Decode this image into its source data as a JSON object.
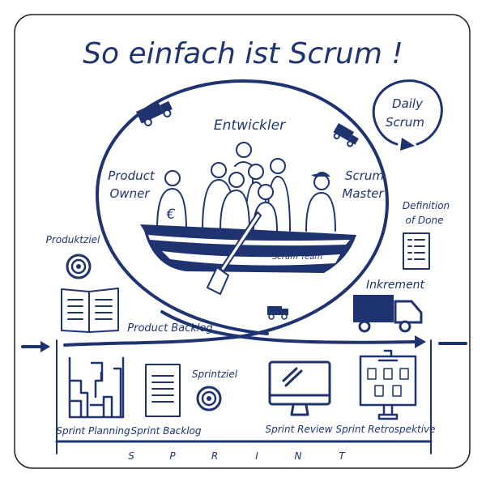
{
  "title": "So einfach ist Scrum !",
  "labels": {
    "entwickler": "Entwickler",
    "product_owner_1": "Product",
    "product_owner_2": "Owner",
    "scrum_master_1": "Scrum",
    "scrum_master_2": "Master",
    "daily_1": "Daily",
    "daily_2": "Scrum",
    "dod_1": "Definition",
    "dod_2": "of Done",
    "produktziel": "Produktziel",
    "product_backlog": "Product Backlog",
    "inkrement": "Inkrement",
    "scrum_team": "Scrum Team",
    "euro": "€",
    "sprintziel": "Sprintziel"
  },
  "sprint": {
    "events": [
      "Sprint Planning",
      "Sprint Backlog",
      "Sprint Review",
      "Sprint Retrospektive"
    ],
    "letters": [
      "S",
      "P",
      "R",
      "I",
      "N",
      "T"
    ]
  },
  "colors": {
    "ink": "#1f3370"
  }
}
